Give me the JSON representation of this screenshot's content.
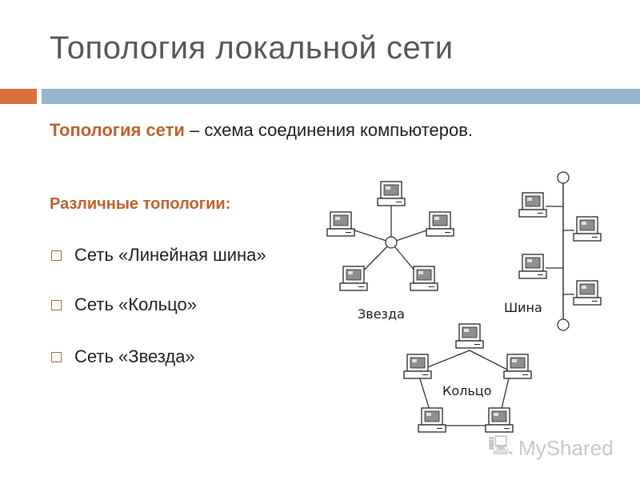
{
  "title": "Топология локальной сети",
  "definition": {
    "term": "Топология сети",
    "rest": " – схема соединения компьютеров."
  },
  "subheading": "Различные топологии:",
  "bullets": [
    "Сеть «Линейная шина»",
    "Сеть «Кольцо»",
    "Сеть «Звезда»"
  ],
  "diagram_labels": {
    "star": "Звезда",
    "bus": "Шина",
    "ring": "Кольцо"
  },
  "watermark": "MyShared",
  "colors": {
    "accent_orange": "#c0612b",
    "accent_blue": "#94b6d2",
    "title_gray": "#5b5450"
  }
}
